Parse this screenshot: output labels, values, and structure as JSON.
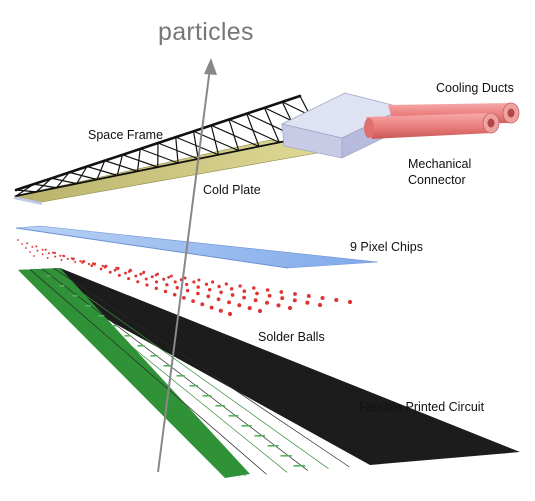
{
  "title": "particles",
  "labels": {
    "space_frame": "Space Frame",
    "cold_plate": "Cold Plate",
    "cooling_ducts": "Cooling Ducts",
    "mechanical_connector": "Mechanical\nConnector",
    "pixel_chips": "9 Pixel Chips",
    "solder_balls": "Solder Balls",
    "flex_circuit": "Flexible Printed Circuit"
  },
  "colors": {
    "cold_plate": "#d6cf88",
    "connector": "#ccd0ea",
    "cooling_ducts": "#ec8585",
    "pixel_chips": "#8fb8ee",
    "solder_balls": "#e03434",
    "flex_circuit_dark": "#1b1b1b",
    "flex_circuit_green": "#2e8f35",
    "particle_arrow": "#888888"
  }
}
